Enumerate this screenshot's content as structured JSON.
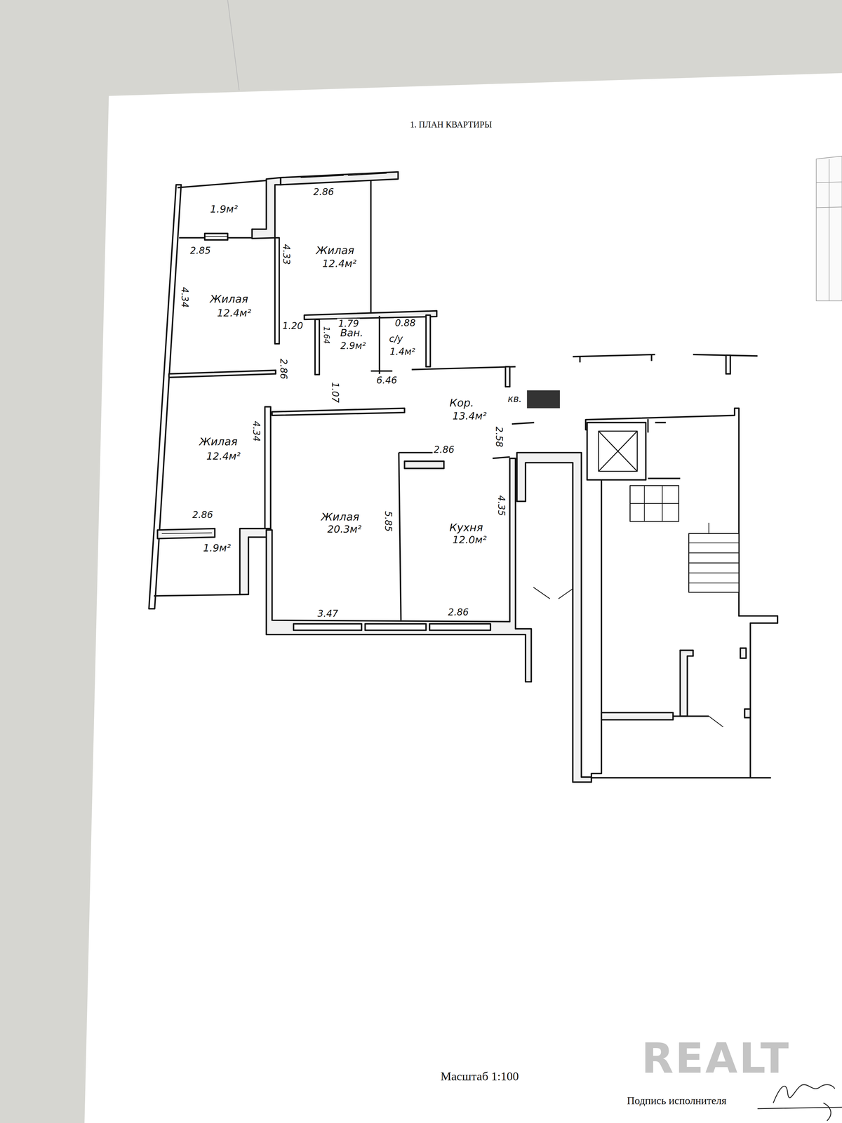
{
  "diagram": {
    "title": "1. ПЛАН КВАРТИРЫ",
    "labels": [
      "1.9м²",
      "2.86",
      "2.85",
      "4.33",
      "Жилая",
      "12.4м²",
      "4.34",
      "Жилая",
      "12.4м²",
      "1.20",
      "1.79",
      "0.88",
      "1.64",
      "Ван.",
      "2.9м²",
      "с/у",
      "1.4м²",
      "6.46",
      "2.86",
      "1.07",
      "Кор.",
      "13.4м²",
      "кв.",
      "4.34",
      "2.58",
      "Жилая",
      "12.4м²",
      "2.86",
      "2.86",
      "Жилая",
      "20.3м²",
      "5.85",
      "Кухня",
      "12.0м²",
      "4.35",
      "1.9м²",
      "3.47",
      "2.86",
      "REALT",
      "Масштаб 1:100",
      "Подпись исполнителя"
    ]
  }
}
